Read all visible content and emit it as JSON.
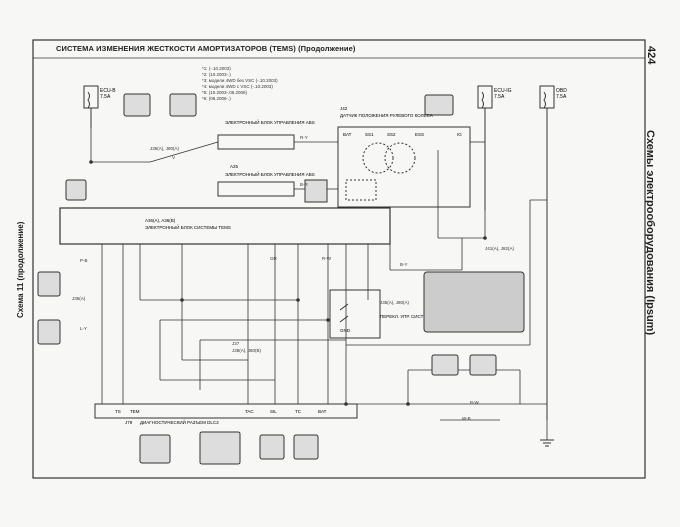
{
  "header": {
    "title": "СИСТЕМА ИЗМЕНЕНИЯ ЖЕСТКОСТИ АМОРТИЗАТОРОВ (TEMS) (Продолжение)",
    "page_number": "424",
    "section_title": "Схемы электрооборудования (Ipsum)",
    "scheme_label": "Схема 11 (продолжение)"
  },
  "notes": [
    "*1: (-.10.2003)",
    "*2: (10.2003-.)",
    "*3: модели 4WD без VSC (-.10.2003)",
    "*4: модели 4WD с VSC (-.10.2003)",
    "*5: (10.2003-.06.2006)",
    "*6: (06.2006-.)"
  ],
  "fuses": {
    "ecu_b": [
      "ECU-B",
      "7.5A"
    ],
    "ecu_ig": [
      "ECU-IG",
      "7.5A"
    ],
    "obd": [
      "OBD",
      "7.5A"
    ]
  },
  "components": {
    "abs_ecu": "ЭЛЕКТРОННЫЙ БЛОК УПРАВЛЕНИЯ ABS",
    "a25": "A25",
    "abs_ecu2": "ЭЛЕКТРОННЫЙ БЛОК УПРАВЛЕНИЯ ABS",
    "tems_ecu_code": "A36(A), A36(B)",
    "tems_ecu": "ЭЛЕКТРОННЫЙ БЛОК СИСТЕМЫ TEMS",
    "sensor_code": "J42",
    "steering_sensor": "ДАТЧИК ПОЛОЖЕНИЯ РУЛЕВОГО КОЛЕСА",
    "dlc3_code": "J79",
    "dlc3": "ДИАГНОСТИЧЕСКИЙ РАЗЪЕМ DLC3",
    "tems_switch": "ПЕРЕКЛ. УПР. СИСТЕМ TEMS",
    "gnd": "GND"
  },
  "pins": {
    "bat": "BAT",
    "ss1": "SS1",
    "ss2": "SS2",
    "ess": "ESS",
    "ig": "IG",
    "ts": "TS",
    "tem": "TEM",
    "tac": "TAC",
    "sil": "SIL",
    "tc": "TC",
    "bat2": "BAT"
  },
  "connector_refs": [
    "J36(A), J80(A)",
    "J37",
    "J38(A), J80(B)",
    "J35(A), J80(A)",
    "J36(A)",
    "J41(A), J82(A)"
  ],
  "wire_colors": [
    "R-Y",
    "B-R",
    "W-B",
    "P-B",
    "L-Y",
    "B-Y",
    "V",
    "GR",
    "R-W",
    "B-W"
  ]
}
